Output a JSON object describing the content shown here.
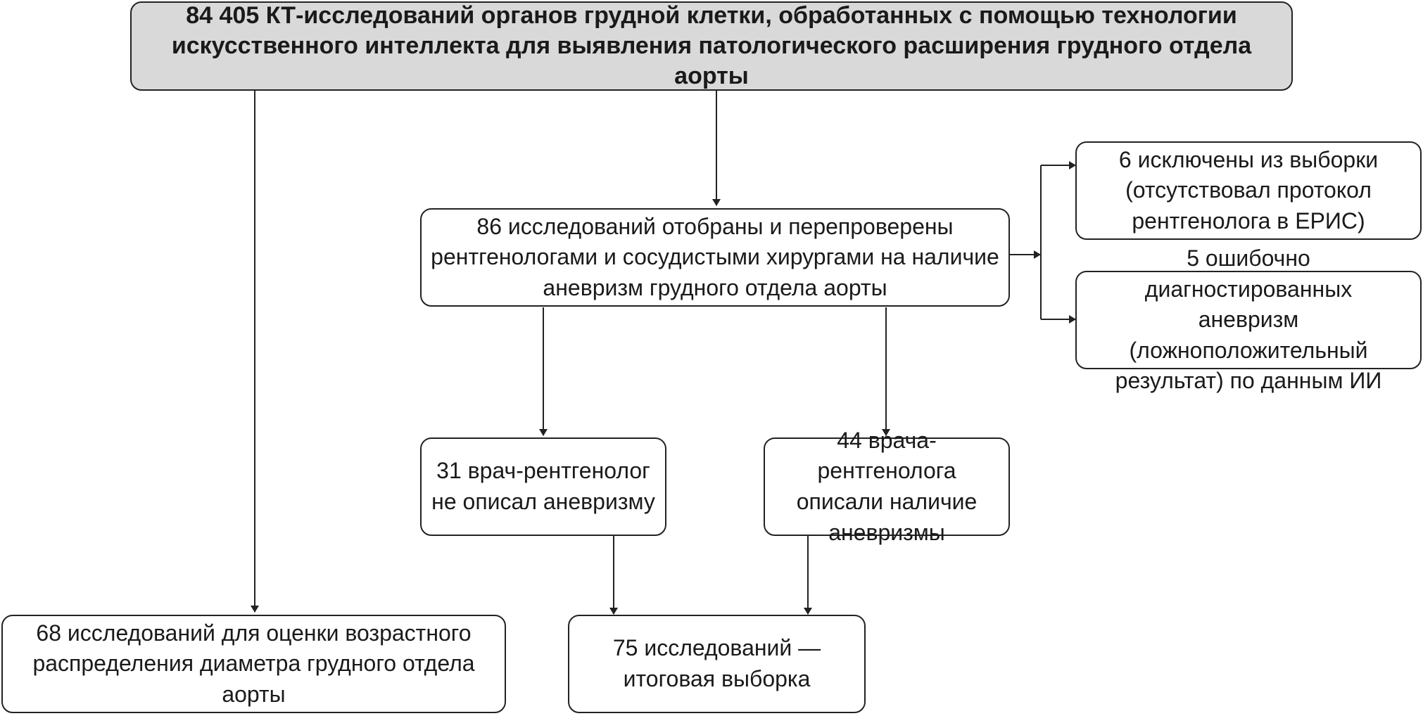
{
  "nodes": {
    "top": {
      "text": "84 405 КТ-исследований органов грудной клетки, обработанных с помощью технологии\nискусственного интеллекта для выявления патологического расширения грудного отдела аорты"
    },
    "selected": {
      "text": "86 исследований отобраны и перепроверены\nрентгенологами и сосудистыми хирургами на наличие\nаневризм грудного отдела аорты"
    },
    "excluded": {
      "text": "6 исключены из выборки\n(отсутствовал протокол\nрентгенолога в ЕРИС)"
    },
    "false_positive": {
      "text": "5 ошибочно диагностированных\nаневризм (ложноположительный\nрезультат) по данным ИИ"
    },
    "not_described": {
      "text": "31 врач-рентгенолог\nне описал аневризму"
    },
    "described": {
      "text": "44 врача-рентгенолога\nописали наличие\nаневризмы"
    },
    "age_distribution": {
      "text": "68 исследований для оценки возрастного\nраспределения диаметра грудного отдела аорты"
    },
    "final_sample": {
      "text": "75 исследований —\nитоговая выборка"
    }
  }
}
